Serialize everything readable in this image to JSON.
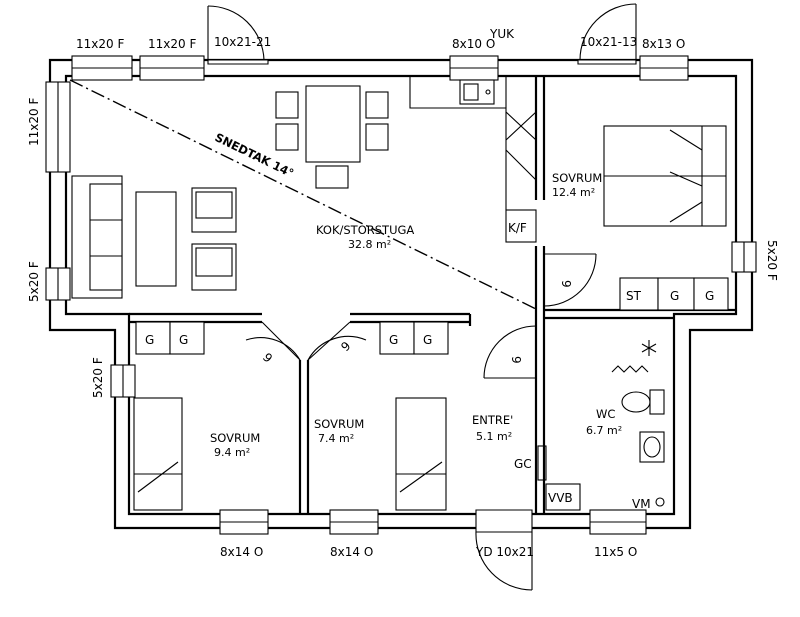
{
  "windows": {
    "top_w1": "11x20 F",
    "top_w2": "11x20 F",
    "top_door": "10x21-21",
    "top_w3": "8x10 O",
    "vent": "YUK",
    "top_door2": "10x21-13",
    "top_w4": "8x13 O",
    "left_w1": "11x20 F",
    "left_w2": "5x20 F",
    "left_w3": "5x20 F",
    "right_w1": "5x20 F",
    "bottom_w1": "8x14 O",
    "bottom_w2": "8x14 O",
    "entry_door": "YD 10x21",
    "bottom_w3": "11x5 O"
  },
  "rooms": {
    "kitchen_name": "KOK/STORSTUGA",
    "kitchen_area": "32.8 m²",
    "roof_note": "SNEDTAK 14°",
    "bedroom1_name": "SOVRUM",
    "bedroom1_area": "12.4 m²",
    "bedroom2_name": "SOVRUM",
    "bedroom2_area": "9.4 m²",
    "bedroom3_name": "SOVRUM",
    "bedroom3_area": "7.4 m²",
    "entry_name": "ENTRE'",
    "entry_area": "5.1 m²",
    "wc_name": "WC",
    "wc_area": "6.7 m²"
  },
  "fixtures": {
    "fridge": "K/F",
    "closet_st": "ST",
    "closet_g": "G",
    "door_mark": "9",
    "gc": "GC",
    "vvb": "VVB",
    "vm": "VM"
  }
}
